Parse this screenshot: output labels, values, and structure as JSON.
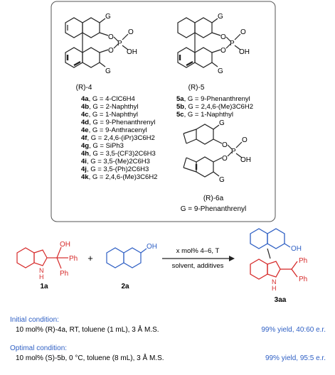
{
  "catalyst_box": {
    "cat4_label": "(R)-4",
    "cat5_label": "(R)-5",
    "cat6a_label": "(R)-6a",
    "cat6a_g": "G = 9-Phenanthrenyl",
    "atoms": {
      "G": "G",
      "O": "O",
      "P": "P",
      "OH": "OH"
    },
    "list4": [
      {
        "id": "4a",
        "g": "G = 4-ClC6H4"
      },
      {
        "id": "4b",
        "g": "G = 2-Naphthyl"
      },
      {
        "id": "4c",
        "g": "G = 1-Naphthyl"
      },
      {
        "id": "4d",
        "g": "G = 9-Phenanthrenyl"
      },
      {
        "id": "4e",
        "g": "G = 9-Anthracenyl"
      },
      {
        "id": "4f",
        "g": "G = 2,4,6-(iPr)3C6H2"
      },
      {
        "id": "4g",
        "g": "G = SiPh3"
      },
      {
        "id": "4h",
        "g": "G = 3,5-(CF3)2C6H3"
      },
      {
        "id": "4i",
        "g": "G = 3,5-(Me)2C6H3"
      },
      {
        "id": "4j",
        "g": "G = 3,5-(Ph)2C6H3"
      },
      {
        "id": "4k",
        "g": "G = 2,4,6-(Me)3C6H2"
      }
    ],
    "list5": [
      {
        "id": "5a",
        "g": "G = 9-Phenanthrenyl"
      },
      {
        "id": "5b",
        "g": "G = 2,4,6-(Me)3C6H2"
      },
      {
        "id": "5c",
        "g": "G = 1-Naphthyl"
      }
    ]
  },
  "reaction": {
    "plus": "+",
    "conditions_top": "x mol% 4–6, T",
    "conditions_bottom": "solvent, additives",
    "sm1_label": "1a",
    "sm2_label": "2a",
    "product_label": "3aa",
    "atoms": {
      "OH": "OH",
      "Ph": "Ph",
      "N": "N",
      "H": "H"
    }
  },
  "initial": {
    "heading": "Initial condition:",
    "detail": "10 mol% (R)-4a, RT, toluene (1 mL), 3 Å M.S.",
    "result": "99% yield, 40:60 e.r."
  },
  "optimal": {
    "heading": "Optimal condition:",
    "detail": "10 mol% (S)-5b, 0 °C, toluene (8 mL), 3 Å M.S.",
    "result": "99% yield, 95:5 e.r."
  },
  "colors": {
    "blue": "#2e5fc4",
    "red": "#d62a2a",
    "box_border": "#555555"
  }
}
